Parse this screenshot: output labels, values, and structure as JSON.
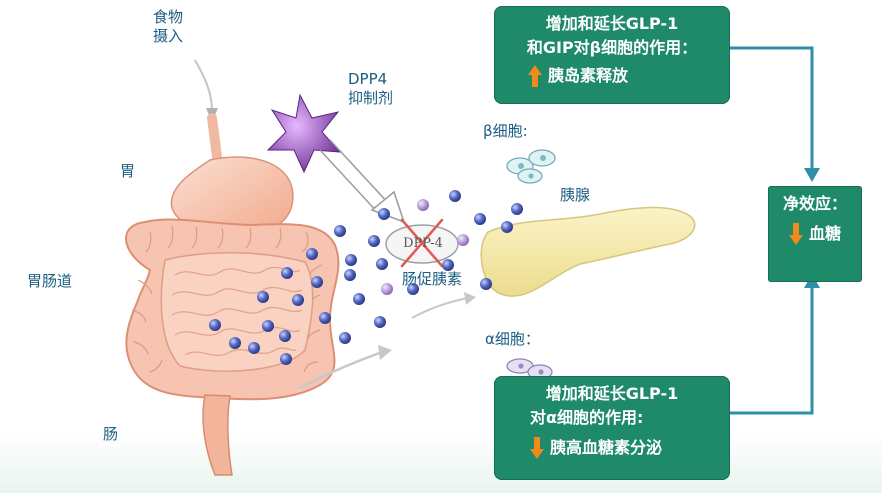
{
  "labels": {
    "food_intake": "食物\n摄入",
    "stomach": "胃",
    "gi_tract": "胃肠道",
    "intestine": "肠",
    "dpp4_inhibitor": "DPP4\n抑制剂",
    "dpp4_enzyme": "DPP-4",
    "incretin": "肠促胰素",
    "beta_cell": "β细胞:",
    "alpha_cell": "α细胞：",
    "pancreas": "胰腺"
  },
  "box_top": {
    "line1": "增加和延长GLP-1",
    "line2": "和GIP对β细胞的作用：",
    "effect": "胰岛素释放",
    "effect_arrow": "up"
  },
  "box_bottom": {
    "line1": "增加和延长GLP-1",
    "line2": "对α细胞的作用:",
    "effect": "胰高血糖素分泌",
    "effect_arrow": "down"
  },
  "box_net": {
    "title": "净效应：",
    "effect": "血糖",
    "effect_arrow": "down"
  },
  "colors": {
    "box_fill": "#1e8a6a",
    "connector": "#2e8fa8",
    "label_text": "#1a5e82",
    "arrow_up": "#f08a1a",
    "arrow_down": "#f08a1a",
    "inhibitor_star": "#7b3aa0",
    "glp1_dot": "#4a5fb8",
    "gip_dot": "#b79ad8",
    "pancreas": "#f4eab0",
    "gut": "#f3b9a4"
  }
}
